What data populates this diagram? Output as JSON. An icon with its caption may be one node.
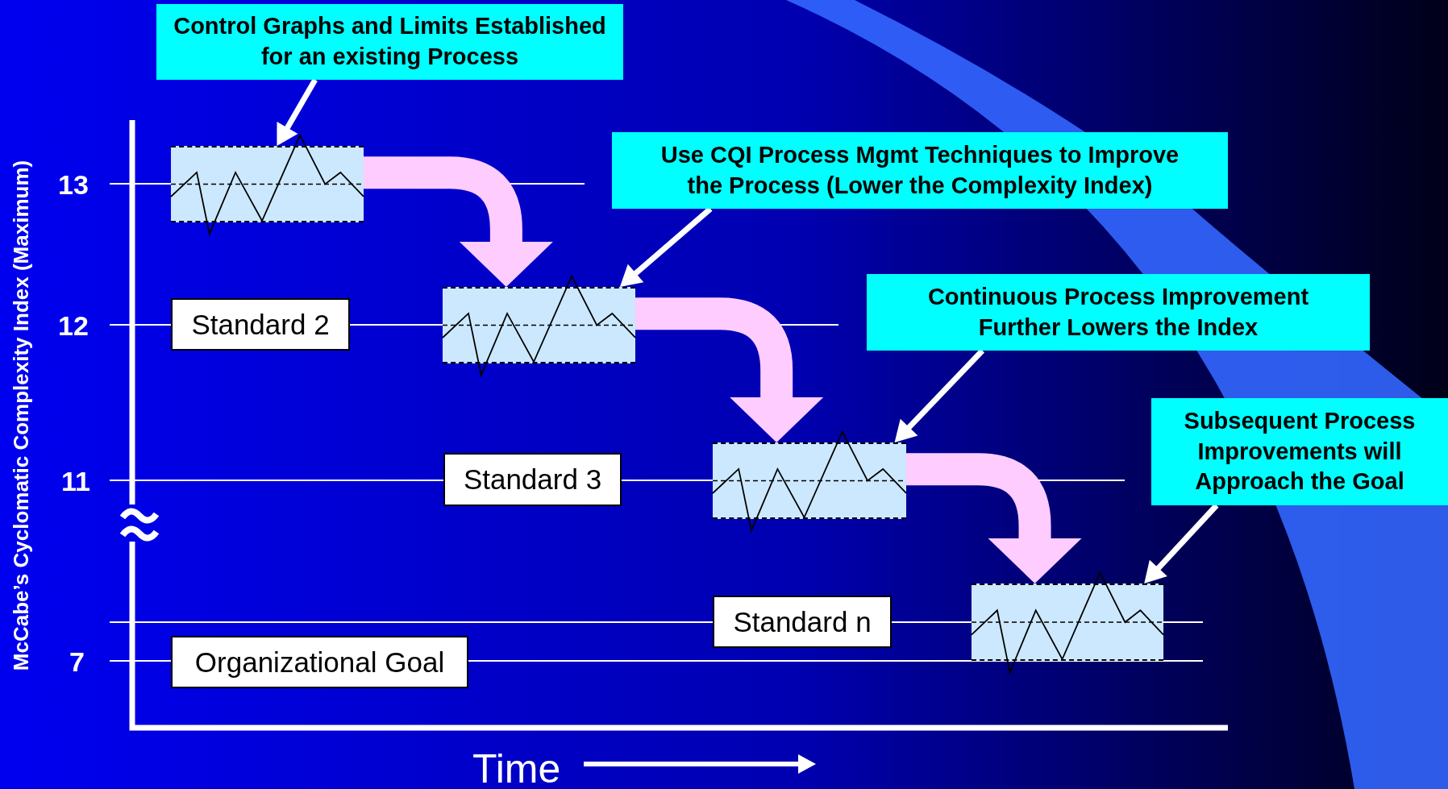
{
  "diagram": {
    "nodes": [
      {
        "text": [
          "Control Graphs and Limits Established for an existing Process"
        ]
      },
      {
        "text": [],
        "shape": "picture"
      },
      {
        "text": [
          "Use CQI Process Mgmt Techniques to Improve the Process (Lower the Complexity Index)"
        ]
      },
      {
        "text": [
          "Standard 2"
        ]
      },
      {
        "text": [],
        "shape": "picture"
      },
      {
        "text": [
          "Continuous Process Improvement Further Lowers the Index"
        ]
      },
      {
        "text": [
          "Standard 3"
        ]
      },
      {
        "text": [],
        "shape": "picture"
      },
      {
        "text": [
          "Subsequent Process Improvements will Approach the Goal"
        ]
      },
      {
        "text": [
          "Standard n"
        ]
      },
      {
        "text": [],
        "shape": "picture"
      },
      {
        "text": [
          "Organizational Goal"
        ]
      }
    ],
    "edges": [
      {
        "from": 0,
        "to": 1,
        "arrow": "to"
      },
      {
        "from": 1,
        "to": 4,
        "arrow": "to",
        "style": "thick",
        "color": "#ffccff"
      },
      {
        "from": 2,
        "to": 4,
        "arrow": "to"
      },
      {
        "from": 4,
        "to": 7,
        "arrow": "to",
        "style": "thick",
        "color": "#ffccff"
      },
      {
        "from": 5,
        "to": 7,
        "arrow": "to"
      },
      {
        "from": 7,
        "to": 10,
        "arrow": "to",
        "style": "thick",
        "color": "#ffccff"
      },
      {
        "from": 8,
        "to": 10,
        "arrow": "to"
      }
    ],
    "labels": [
      "13",
      "12",
      "11",
      "7",
      "McCabe’s Cyclomatic Complexity Index (Maximum)",
      "Time"
    ]
  }
}
